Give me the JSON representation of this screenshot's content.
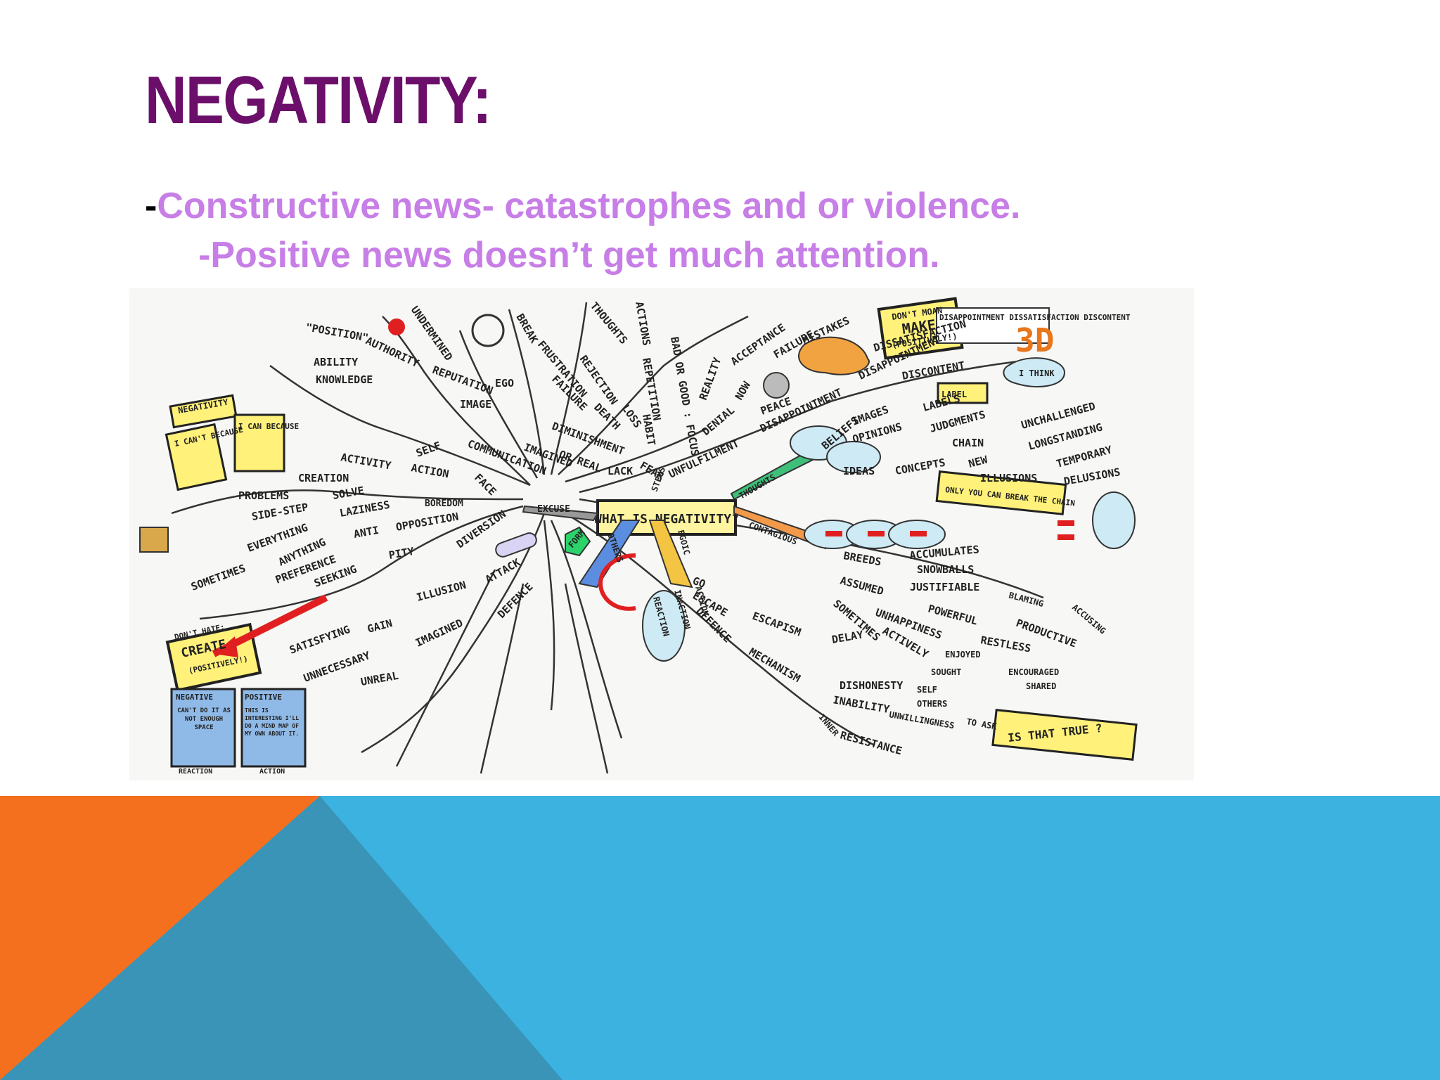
{
  "slide": {
    "title": "NEGATIVITY:",
    "bullet_1_dash": "-",
    "bullet_1_text": "Constructive news- catastrophes and or violence.",
    "bullet_2_text": "-Positive news doesn’t get much attention."
  },
  "colors": {
    "title": "#6b0f6b",
    "bullet_text": "#c77ee6",
    "bullet_dash": "#000000",
    "footer_blue": "#3bb2e0",
    "footer_orange": "#f4701e",
    "footer_teal": "#3a94b8"
  },
  "mindmap": {
    "center": "WHAT IS NEGATIVITY?",
    "words": {
      "position": "\"POSITION\"",
      "authority": "AUTHORITY",
      "ability": "ABILITY",
      "knowledge": "KNOWLEDGE",
      "undermined": "UNDERMINED",
      "reputation": "REPUTATION",
      "image": "IMAGE",
      "ego": "EGO",
      "break": "BREAK",
      "frustration": "FRUSTRATION",
      "failure": "FAILURE",
      "death": "DEATH",
      "diminishment": "DIMINISHMENT",
      "rejection": "REJECTION",
      "loss": "LOSS",
      "thoughts_top": "THOUGHTS",
      "actions": "ACTIONS",
      "repetition": "REPETITION",
      "habit": "HABIT",
      "bad_or_good": "BAD OR GOOD : FOCUS",
      "acceptance": "ACCEPTANCE",
      "failure2": "FAILURE",
      "mistakes": "MISTAKES",
      "reality": "REALITY",
      "now": "NOW",
      "peace": "PEACE",
      "denial": "DENIAL",
      "dont_moan": "DON'T MOAN",
      "make": "MAKE",
      "positively": "(POSITIVELY!)",
      "disappointment": "DISAPPOINTMENT",
      "dissatisfaction": "DISSATISFACTION",
      "discontent": "DISCONTENT",
      "three_d": "3D",
      "i_think": "I THINK",
      "label": "LABEL",
      "unfulfilment": "UNFULFILMENT",
      "disappointment2": "DISAPPOINTMENT",
      "beliefs": "BELIEFS",
      "images": "IMAGES",
      "opinions": "OPINIONS",
      "labels": "LABELS",
      "judgments": "JUDGMENTS",
      "chain": "CHAIN",
      "unchallenged": "UNCHALLENGED",
      "longstanding": "LONGSTANDING",
      "new": "NEW",
      "temporary": "TEMPORARY",
      "ideas": "IDEAS",
      "concepts": "CONCEPTS",
      "illusions": "ILLUSIONS",
      "delusions": "DELUSIONS",
      "only_you": "ONLY YOU CAN BREAK THE CHAIN",
      "negativity_sign": "NEGATIVITY",
      "i_cant": "I CAN'T BECAUSE",
      "i_can": "I CAN BECAUSE",
      "imagined": "IMAGINED",
      "or_real": "OR REAL",
      "communication": "COMMUNICATION",
      "lack": "LACK",
      "fear": "FEAR",
      "stems": "STEMS",
      "activity": "ACTIVITY",
      "self": "SELF",
      "action": "ACTION",
      "face": "FACE",
      "creation": "CREATION",
      "problems": "PROBLEMS",
      "solve": "SOLVE",
      "side_step": "SIDE-STEP",
      "laziness": "LAZINESS",
      "boredom": "BOREDOM",
      "excuse": "EXCUSE",
      "everything": "EVERYTHING",
      "anti": "ANTI",
      "opposition": "OPPOSITION",
      "diversion": "DIVERSION",
      "sometimes": "SOMETIMES",
      "anything": "ANYTHING",
      "preference": "PREFERENCE",
      "pity": "PITY",
      "seeking": "SEEKING",
      "illusion": "ILLUSION",
      "attack": "ATTACK",
      "form": "FORM",
      "others": "OTHERS",
      "egoic": "EGOIC",
      "thoughts": "THOUGHTS",
      "contagious": "CONTAGIOUS",
      "breeds": "BREEDS",
      "accumulates": "ACCUMULATES",
      "snowballs": "SNOWBALLS",
      "assumed": "ASSUMED",
      "justifiable": "JUSTIFIABLE",
      "blaming": "BLAMING",
      "accusing": "ACCUSING",
      "powerful": "POWERFUL",
      "productive": "PRODUCTIVE",
      "sometimes2": "SOMETIMES",
      "unhappiness": "UNHAPPINESS",
      "restless": "RESTLESS",
      "actively": "ACTIVELY",
      "enjoyed": "ENJOYED",
      "sought": "SOUGHT",
      "encouraged": "ENCOURAGED",
      "shared": "SHARED",
      "dont_hate": "DON'T HATE:",
      "create": "CREATE",
      "positively2": "(POSITIVELY!)",
      "satisfying": "SATISFYING",
      "gain": "GAIN",
      "imagined2": "IMAGINED",
      "defence": "DEFENCE",
      "unnecessary": "UNNECESSARY",
      "unreal": "UNREAL",
      "go": "GO",
      "escape": "ESCAPE",
      "escapism": "ESCAPISM",
      "defence2": "DEFENCE",
      "mechanism": "MECHANISM",
      "delay": "DELAY",
      "dishonesty": "DISHONESTY",
      "self2": "SELF",
      "others2": "OTHERS",
      "inability": "INABILITY",
      "unwillingness": "UNWILLINGNESS",
      "to_ask": "TO ASK",
      "inner": "INNER",
      "resistance": "RESISTANCE",
      "is_that_true": "IS THAT TRUE ?",
      "action_a": "ACTION",
      "inaction": "INACTION",
      "reaction": "REACTION",
      "negative_box": "NEGATIVE",
      "negative_body": "CAN'T DO IT AS NOT ENOUGH SPACE",
      "positive_box": "POSITIVE",
      "positive_body": "THIS IS INTERESTING I'LL DO A MIND MAP OF MY OWN ABOUT IT.",
      "reaction_label": "REACTION",
      "action_label": "ACTION",
      "disappointment_note": "DISAPPOINTMENT DISSATISFACTION DISCONTENT"
    }
  }
}
